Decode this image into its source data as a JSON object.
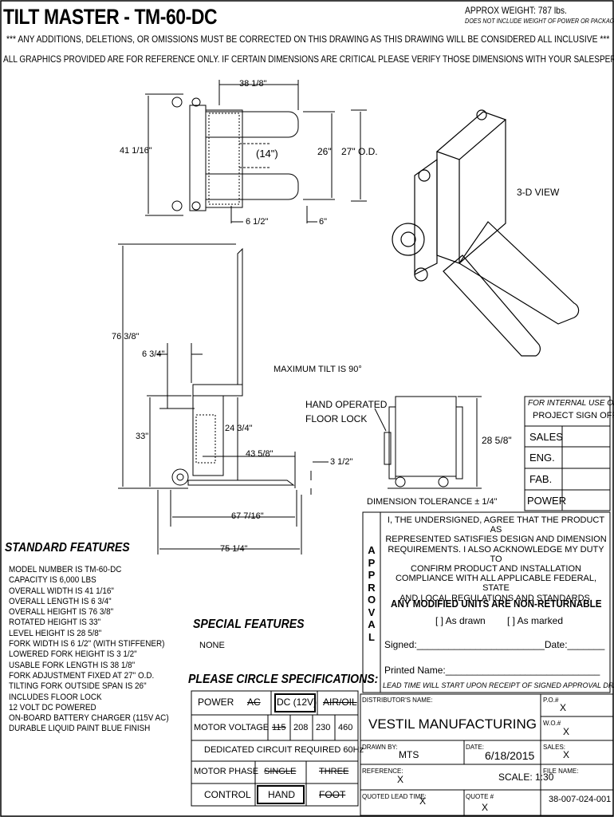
{
  "header": {
    "title": "TILT MASTER - TM-60-DC",
    "approx_weight": "APPROX WEIGHT: 787 lbs.",
    "weight_note": "DOES NOT INCLUDE WEIGHT OF POWER OR PACKAGING!!!",
    "notice_1": "*** ANY ADDITIONS, DELETIONS, OR OMISSIONS MUST BE CORRECTED ON THIS DRAWING AS THIS DRAWING WILL BE CONSIDERED ALL INCLUSIVE ***",
    "notice_2": "ALL GRAPHICS PROVIDED ARE FOR REFERENCE ONLY. IF CERTAIN DIMENSIONS ARE CRITICAL PLEASE VERIFY THOSE DIMENSIONS WITH YOUR SALESPERSON"
  },
  "dimensions": {
    "top_width": "38 1/8\"",
    "overall_width": "41 1/16\"",
    "inner_span": "(14\")",
    "fork_span": "26\"",
    "od": "27\" O.D.",
    "fork_width": "6 1/2\"",
    "six": "6\"",
    "height": "76 3/8\"",
    "three_quarter": "6 3/4\"",
    "max_tilt": "MAXIMUM TILT IS 90°",
    "lower": "33\"",
    "mid": "24 3/4\"",
    "len_a": "43 5/8\"",
    "low_fork": "3 1/2\"",
    "len_b": "67 7/16\"",
    "len_c": "75 1/4\"",
    "view_3d": "3-D VIEW",
    "floor_lock": "HAND OPERATED\nFLOOR LOCK",
    "floor_lock_1": "HAND OPERATED",
    "floor_lock_2": "FLOOR LOCK",
    "side_height": "28 5/8\"",
    "tolerance": "DIMENSION TOLERANCE ± 1/4\""
  },
  "standard_features": {
    "heading": "STANDARD FEATURES",
    "items": [
      "MODEL NUMBER IS TM-60-DC",
      "CAPACITY IS 6,000 LBS",
      "OVERALL WIDTH IS  41 1/16\"",
      "OVERALL LENGTH IS  6 3/4\"",
      "OVERALL HEIGHT IS  76 3/8\"",
      "ROTATED HEIGHT IS  33\"",
      "LEVEL HEIGHT IS  28 5/8\"",
      "FORK WIDTH IS  6 1/2\" (WITH STIFFENER)",
      "LOWERED FORK HEIGHT IS  3 1/2\"",
      "USABLE FORK LENGTH IS  38 1/8\"",
      "FORK ADJUSTMENT FIXED AT  27\" O.D.",
      "TILTING FORK OUTSIDE SPAN IS  26\"",
      "INCLUDES FLOOR LOCK",
      "12 VOLT DC POWERED",
      "ON-BOARD BATTERY CHARGER (115V AC)",
      "DURABLE LIQUID PAINT BLUE FINISH"
    ]
  },
  "special_features": {
    "heading": "SPECIAL FEATURES",
    "value": "NONE"
  },
  "specs": {
    "heading": "PLEASE CIRCLE SPECIFICATIONS:",
    "power_label": "POWER",
    "power_ac": "AC",
    "power_dc": "DC (12V)",
    "power_air": "AIR/OIL",
    "motor_voltage_label": "MOTOR VOLTAGE",
    "v115": "115",
    "v208": "208",
    "v230": "230",
    "v460": "460",
    "dedicated": "DEDICATED CIRCUIT REQUIRED 60Hz",
    "phase_label": "MOTOR PHASE",
    "single": "SINGLE",
    "three": "THREE",
    "control_label": "CONTROL",
    "hand": "HAND",
    "foot": "FOOT"
  },
  "signoff": {
    "internal": "FOR INTERNAL USE ONLY",
    "project": "PROJECT SIGN OFF",
    "rows": [
      "SALES",
      "ENG.",
      "FAB.",
      "POWER"
    ]
  },
  "approval": {
    "vertical": [
      "A",
      "P",
      "P",
      "R",
      "O",
      "V",
      "A",
      "L"
    ],
    "statement": [
      "I, THE UNDERSIGNED, AGREE THAT THE PRODUCT AS",
      "REPRESENTED SATISFIES DESIGN AND DIMENSION",
      "REQUIREMENTS.  I ALSO ACKNOWLEDGE MY DUTY TO",
      "CONFIRM PRODUCT AND INSTALLATION",
      "COMPLIANCE WITH ALL APPLICABLE FEDERAL, STATE",
      "AND LOCAL REGULATIONS AND STANDARDS."
    ],
    "non_returnable": "ANY MODIFIED UNITS ARE NON-RETURNABLE",
    "as_drawn": "[  ] As drawn",
    "as_marked": "[  ] As marked",
    "signed": "Signed:________________________Date:_______",
    "printed": "Printed Name:_____________________________",
    "lead_time": "LEAD TIME WILL START UPON RECEIPT OF SIGNED APPROVAL DRAWING"
  },
  "title_block": {
    "distributor_label": "DISTRIBUTOR'S NAME:",
    "distributor": "VESTIL MANUFACTURING",
    "po_label": "P.O.#",
    "po": "X",
    "wo_label": "W.O.#",
    "wo": "X",
    "drawn_label": "DRAWN BY:",
    "drawn": "MTS",
    "date_label": "DATE:",
    "date": "6/18/2015",
    "sales_label": "SALES:",
    "sales": "X",
    "ref_label": "REFERENCE:",
    "ref": "X",
    "scale": "SCALE: 1:30",
    "file_label": "FILE NAME:",
    "file": "38-007-024-001",
    "lead_label": "QUOTED LEAD TIME:",
    "lead": "X",
    "quote_label": "QUOTE #",
    "quote": "X"
  }
}
